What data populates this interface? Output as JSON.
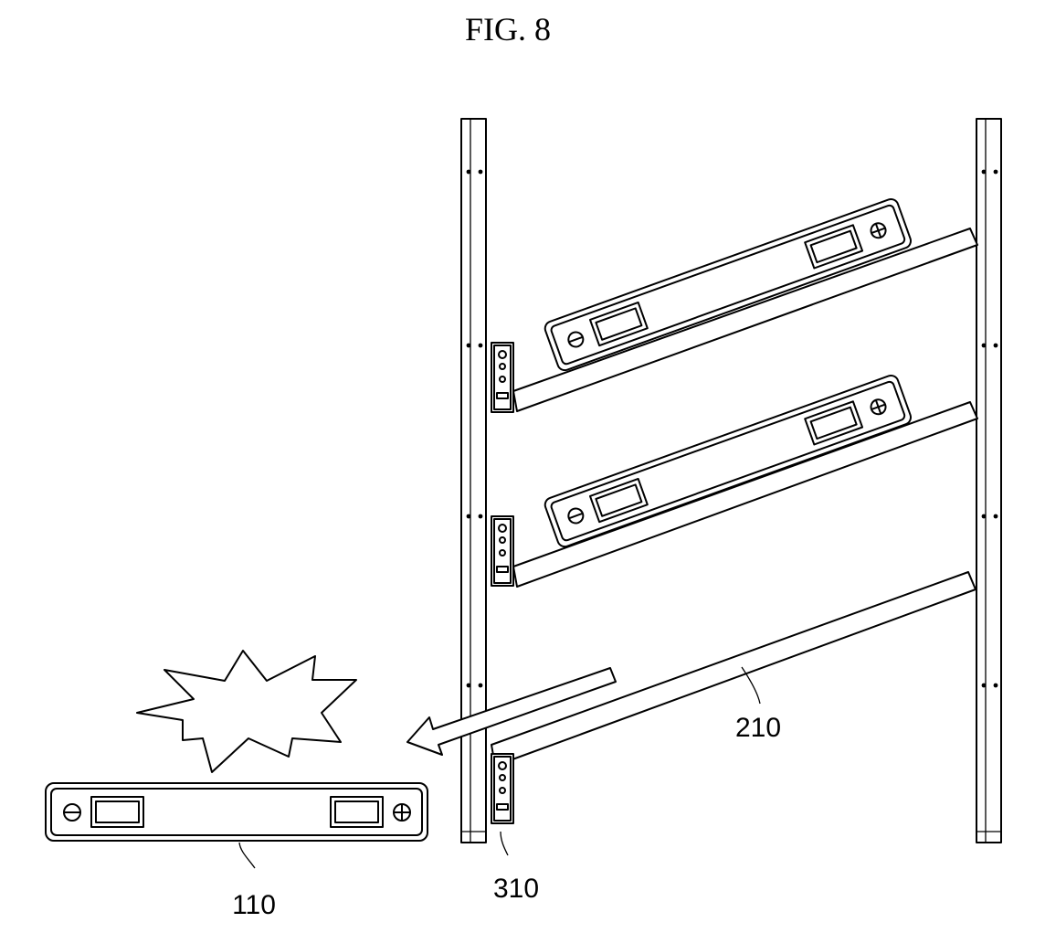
{
  "figure": {
    "title": "FIG. 8",
    "labels": {
      "fallen_battery": "110",
      "shelf": "210",
      "bracket": "310"
    },
    "colors": {
      "line": "#000000",
      "background": "#ffffff"
    },
    "icons": [
      "minus-terminal-icon",
      "plus-terminal-icon",
      "impact-burst-icon",
      "direction-arrow-icon"
    ]
  }
}
